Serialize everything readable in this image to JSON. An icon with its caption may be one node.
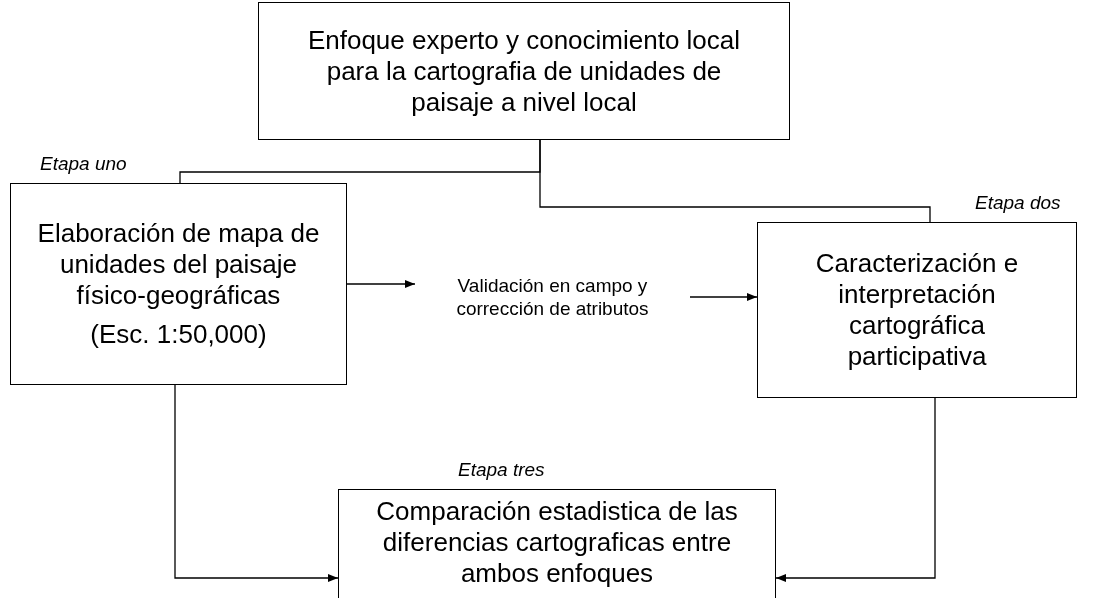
{
  "diagram": {
    "nodes": [
      {
        "text": [
          "Enfoque experto y conocimiento local para la cartografia de unidades de paisaje a nivel local"
        ]
      },
      {
        "text": [
          "Elaboración de mapa de unidades del paisaje físico-geográficas",
          "(Esc. 1:50,000)"
        ],
        "beside": [
          "Etapa uno"
        ]
      },
      {
        "text": [
          "Validación en campo y corrección de atributos"
        ]
      },
      {
        "text": [
          "Caracterización e interpretación cartográfica participativa"
        ],
        "beside": [
          "Etapa dos"
        ]
      },
      {
        "text": [
          "Comparación estadistica de las diferencias cartograficas entre ambos enfoques"
        ],
        "beside": [
          "Etapa tres"
        ]
      }
    ],
    "edges": [
      {
        "from": 0,
        "to": 1,
        "arrow": "none"
      },
      {
        "from": 0,
        "to": 3,
        "arrow": "none"
      },
      {
        "from": 1,
        "to": 2,
        "arrow": "to"
      },
      {
        "from": 2,
        "to": 3,
        "arrow": "to"
      },
      {
        "from": 1,
        "to": 4,
        "arrow": "to"
      },
      {
        "from": 3,
        "to": 4,
        "arrow": "to"
      }
    ]
  }
}
